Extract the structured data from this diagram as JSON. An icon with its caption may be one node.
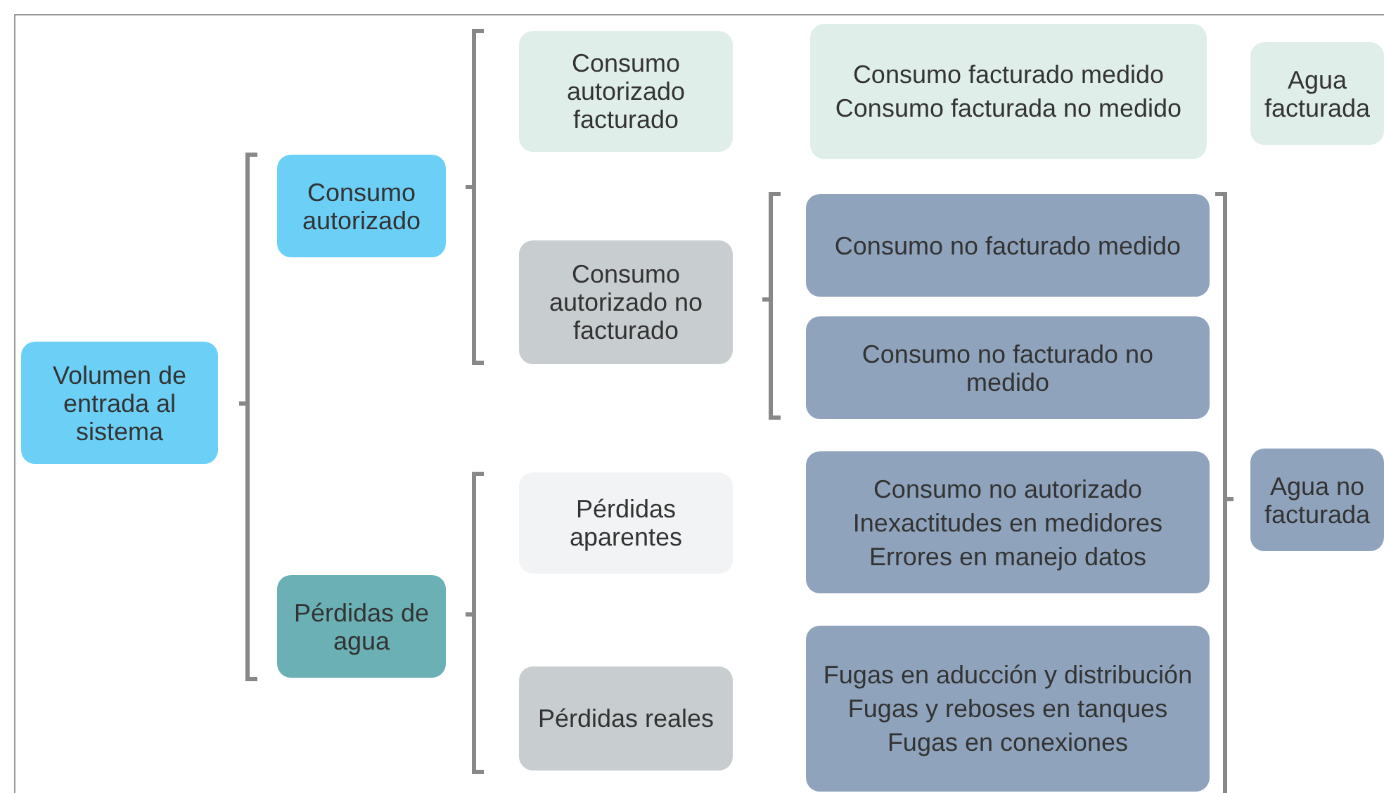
{
  "diagram": {
    "nodes": [
      {
        "text": [
          "Volumen de entrada al sistema"
        ]
      },
      {
        "text": [
          "Consumo autorizado"
        ]
      },
      {
        "text": [
          "Pérdidas de agua"
        ]
      },
      {
        "text": [
          "Consumo autorizado facturado"
        ]
      },
      {
        "text": [
          "Consumo autorizado no facturado"
        ]
      },
      {
        "text": [
          "Pérdidas aparentes"
        ]
      },
      {
        "text": [
          "Pérdidas reales"
        ]
      },
      {
        "text": [
          "Consumo facturado medido",
          "Consumo facturada no medido"
        ]
      },
      {
        "text": [
          "Consumo no facturado medido"
        ]
      },
      {
        "text": [
          "Consumo no facturado no medido"
        ]
      },
      {
        "text": [
          "Consumo no autorizado",
          "Inexactitudes en medidores",
          "Errores en manejo datos"
        ]
      },
      {
        "text": [
          "Fugas en aducción y distribución",
          "Fugas y reboses en tanques",
          "Fugas en conexiones"
        ]
      },
      {
        "text": [
          "Agua facturada"
        ]
      },
      {
        "text": [
          "Agua no facturada"
        ]
      }
    ],
    "edges": []
  }
}
